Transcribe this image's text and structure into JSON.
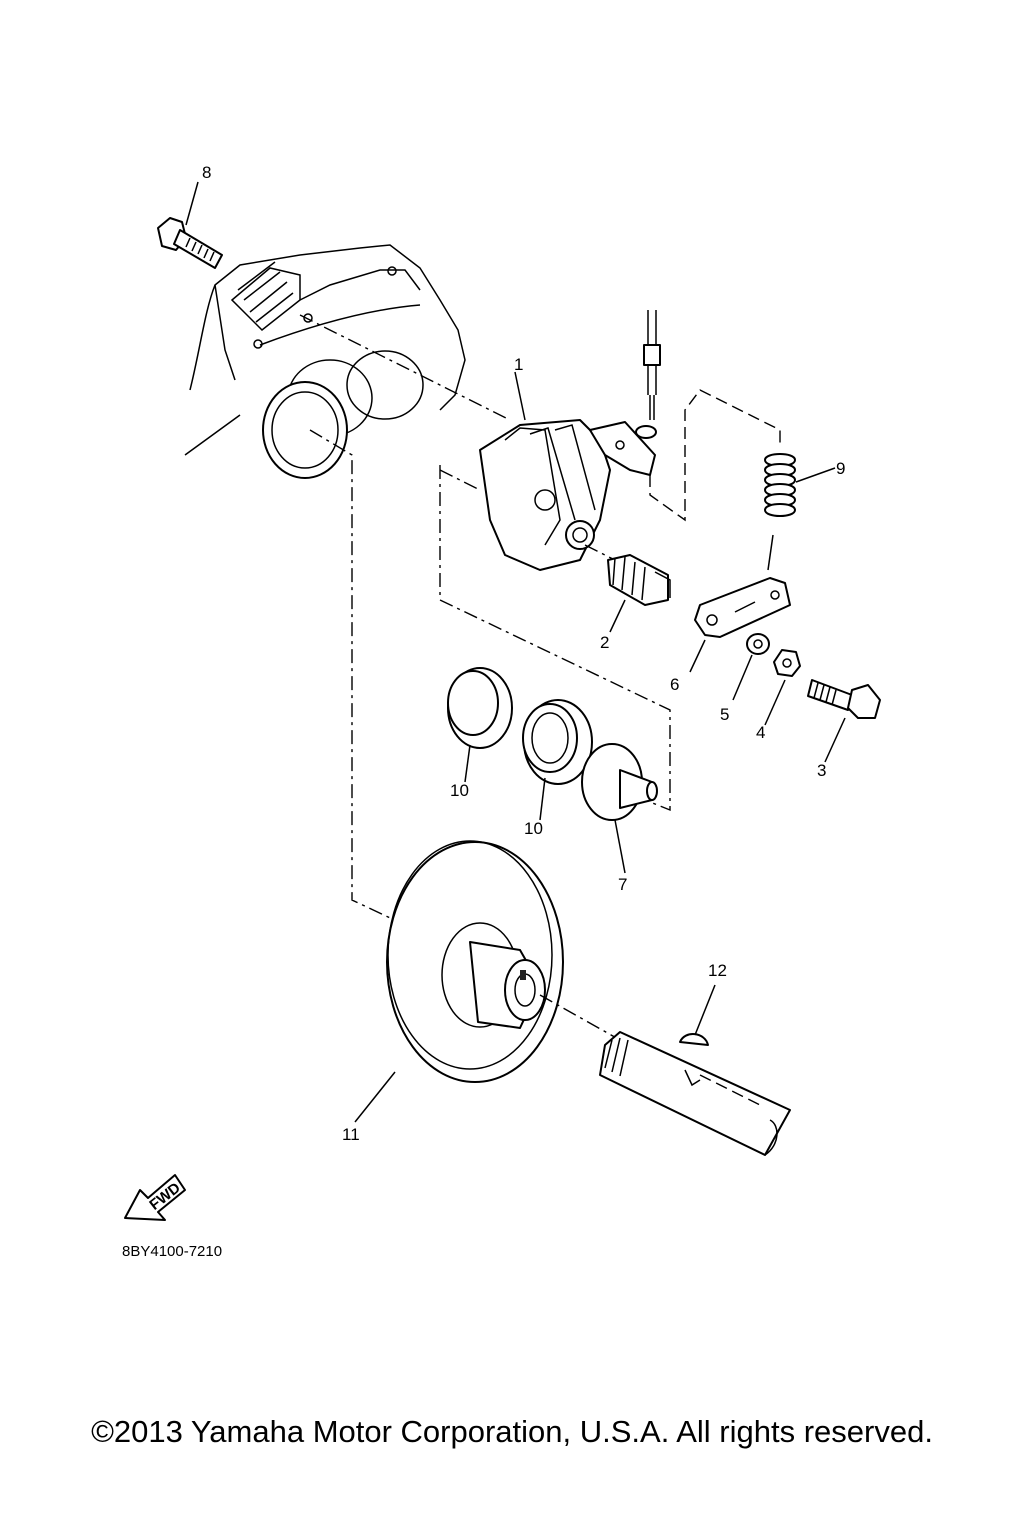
{
  "diagram": {
    "callouts": [
      "1",
      "2",
      "3",
      "4",
      "5",
      "6",
      "7",
      "8",
      "9",
      "10",
      "10",
      "11",
      "12"
    ],
    "direction_label": "FWD",
    "diagram_code": "8BY4100-7210"
  },
  "footer": {
    "copyright": "©2013 Yamaha Motor Corporation, U.S.A. All rights reserved."
  }
}
